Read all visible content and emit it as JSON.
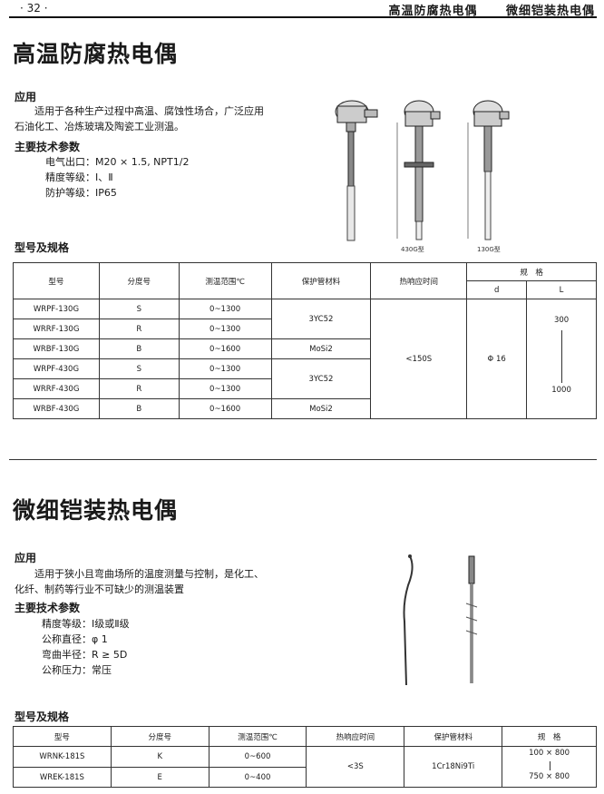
{
  "header": {
    "page_number": "· 32 ·",
    "section_a": "高温防腐热电偶",
    "section_b": "微细铠装热电偶"
  },
  "section1": {
    "title": "高温防腐热电偶",
    "application_heading": "应用",
    "application_text_1": "适用于各种生产过程中高温、腐蚀性场合，广泛应用",
    "application_text_2": "石油化工、冶炼玻璃及陶瓷工业测温。",
    "tech_heading": "主要技术参数",
    "specs": [
      {
        "label": "电气出口：",
        "value": "M20 × 1.5, NPT1/2"
      },
      {
        "label": "精度等级：",
        "value": "Ⅰ、Ⅱ"
      },
      {
        "label": "防护等级：",
        "value": "IP65"
      }
    ],
    "figure_labels": [
      "430G型",
      "130G型"
    ],
    "table_heading": "型号及规格",
    "table": {
      "headers": [
        "型号",
        "分度号",
        "测温范围℃",
        "保护管材料",
        "热响应时间",
        "规　格"
      ],
      "sub_headers": [
        "d",
        "L"
      ],
      "rows": [
        {
          "model": "WRPF-130G",
          "index": "S",
          "range": "0~1300"
        },
        {
          "model": "WRRF-130G",
          "index": "R",
          "range": "0~1300"
        },
        {
          "model": "WRBF-130G",
          "index": "B",
          "range": "0~1600"
        },
        {
          "model": "WRPF-430G",
          "index": "S",
          "range": "0~1300"
        },
        {
          "model": "WRRF-430G",
          "index": "R",
          "range": "0~1300"
        },
        {
          "model": "WRBF-430G",
          "index": "B",
          "range": "0~1600"
        }
      ],
      "materials": [
        "3YC52",
        "MoSi2",
        "3YC52",
        "MoSi2"
      ],
      "response_time": "<150S",
      "diameter": "Φ 16",
      "length_min": "300",
      "length_max": "1000"
    }
  },
  "section2": {
    "title": "微细铠装热电偶",
    "application_heading": "应用",
    "application_text_1": "适用于狭小且弯曲场所的温度测量与控制，是化工、",
    "application_text_2": "化纤、制药等行业不可缺少的测温装置",
    "tech_heading": "主要技术参数",
    "specs": [
      {
        "label": "精度等级：",
        "value": "Ⅰ级或Ⅱ级"
      },
      {
        "label": "公称直径：",
        "value": "φ 1"
      },
      {
        "label": "弯曲半径：",
        "value": "R ≥ 5D"
      },
      {
        "label": "公称压力：",
        "value": "常压"
      }
    ],
    "table_heading": "型号及规格",
    "table": {
      "headers": [
        "型号",
        "分度号",
        "测温范围℃",
        "热响应时间",
        "保护管材料",
        "规　格"
      ],
      "rows": [
        {
          "model": "WRNK-181S",
          "index": "K",
          "range": "0~600"
        },
        {
          "model": "WREK-181S",
          "index": "E",
          "range": "0~400"
        }
      ],
      "response_time": "<3S",
      "material": "1Cr18Ni9Ti",
      "size_top": "100 × 800",
      "size_bottom": "750 × 800"
    }
  }
}
